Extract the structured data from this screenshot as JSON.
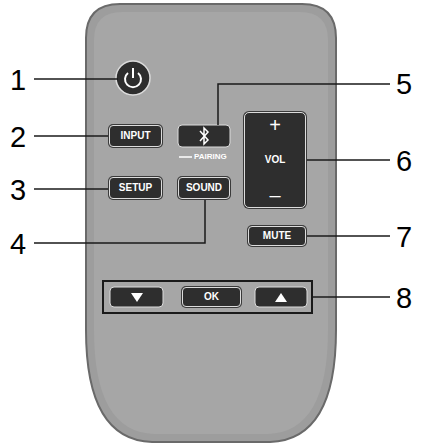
{
  "diagram": {
    "nodes": [
      {
        "text": [
          "INPUT"
        ]
      },
      {
        "text": [
          "SETUP"
        ]
      },
      {
        "text": [
          "SOUND"
        ]
      },
      {
        "text": [
          "+",
          "VOL",
          "–"
        ]
      },
      {
        "text": [
          "MUTE"
        ]
      },
      {
        "text": [
          "OK"
        ]
      }
    ],
    "labels": [
      "1",
      "2",
      "3",
      "4",
      "5",
      "6",
      "7",
      "8",
      "PAIRING"
    ]
  }
}
